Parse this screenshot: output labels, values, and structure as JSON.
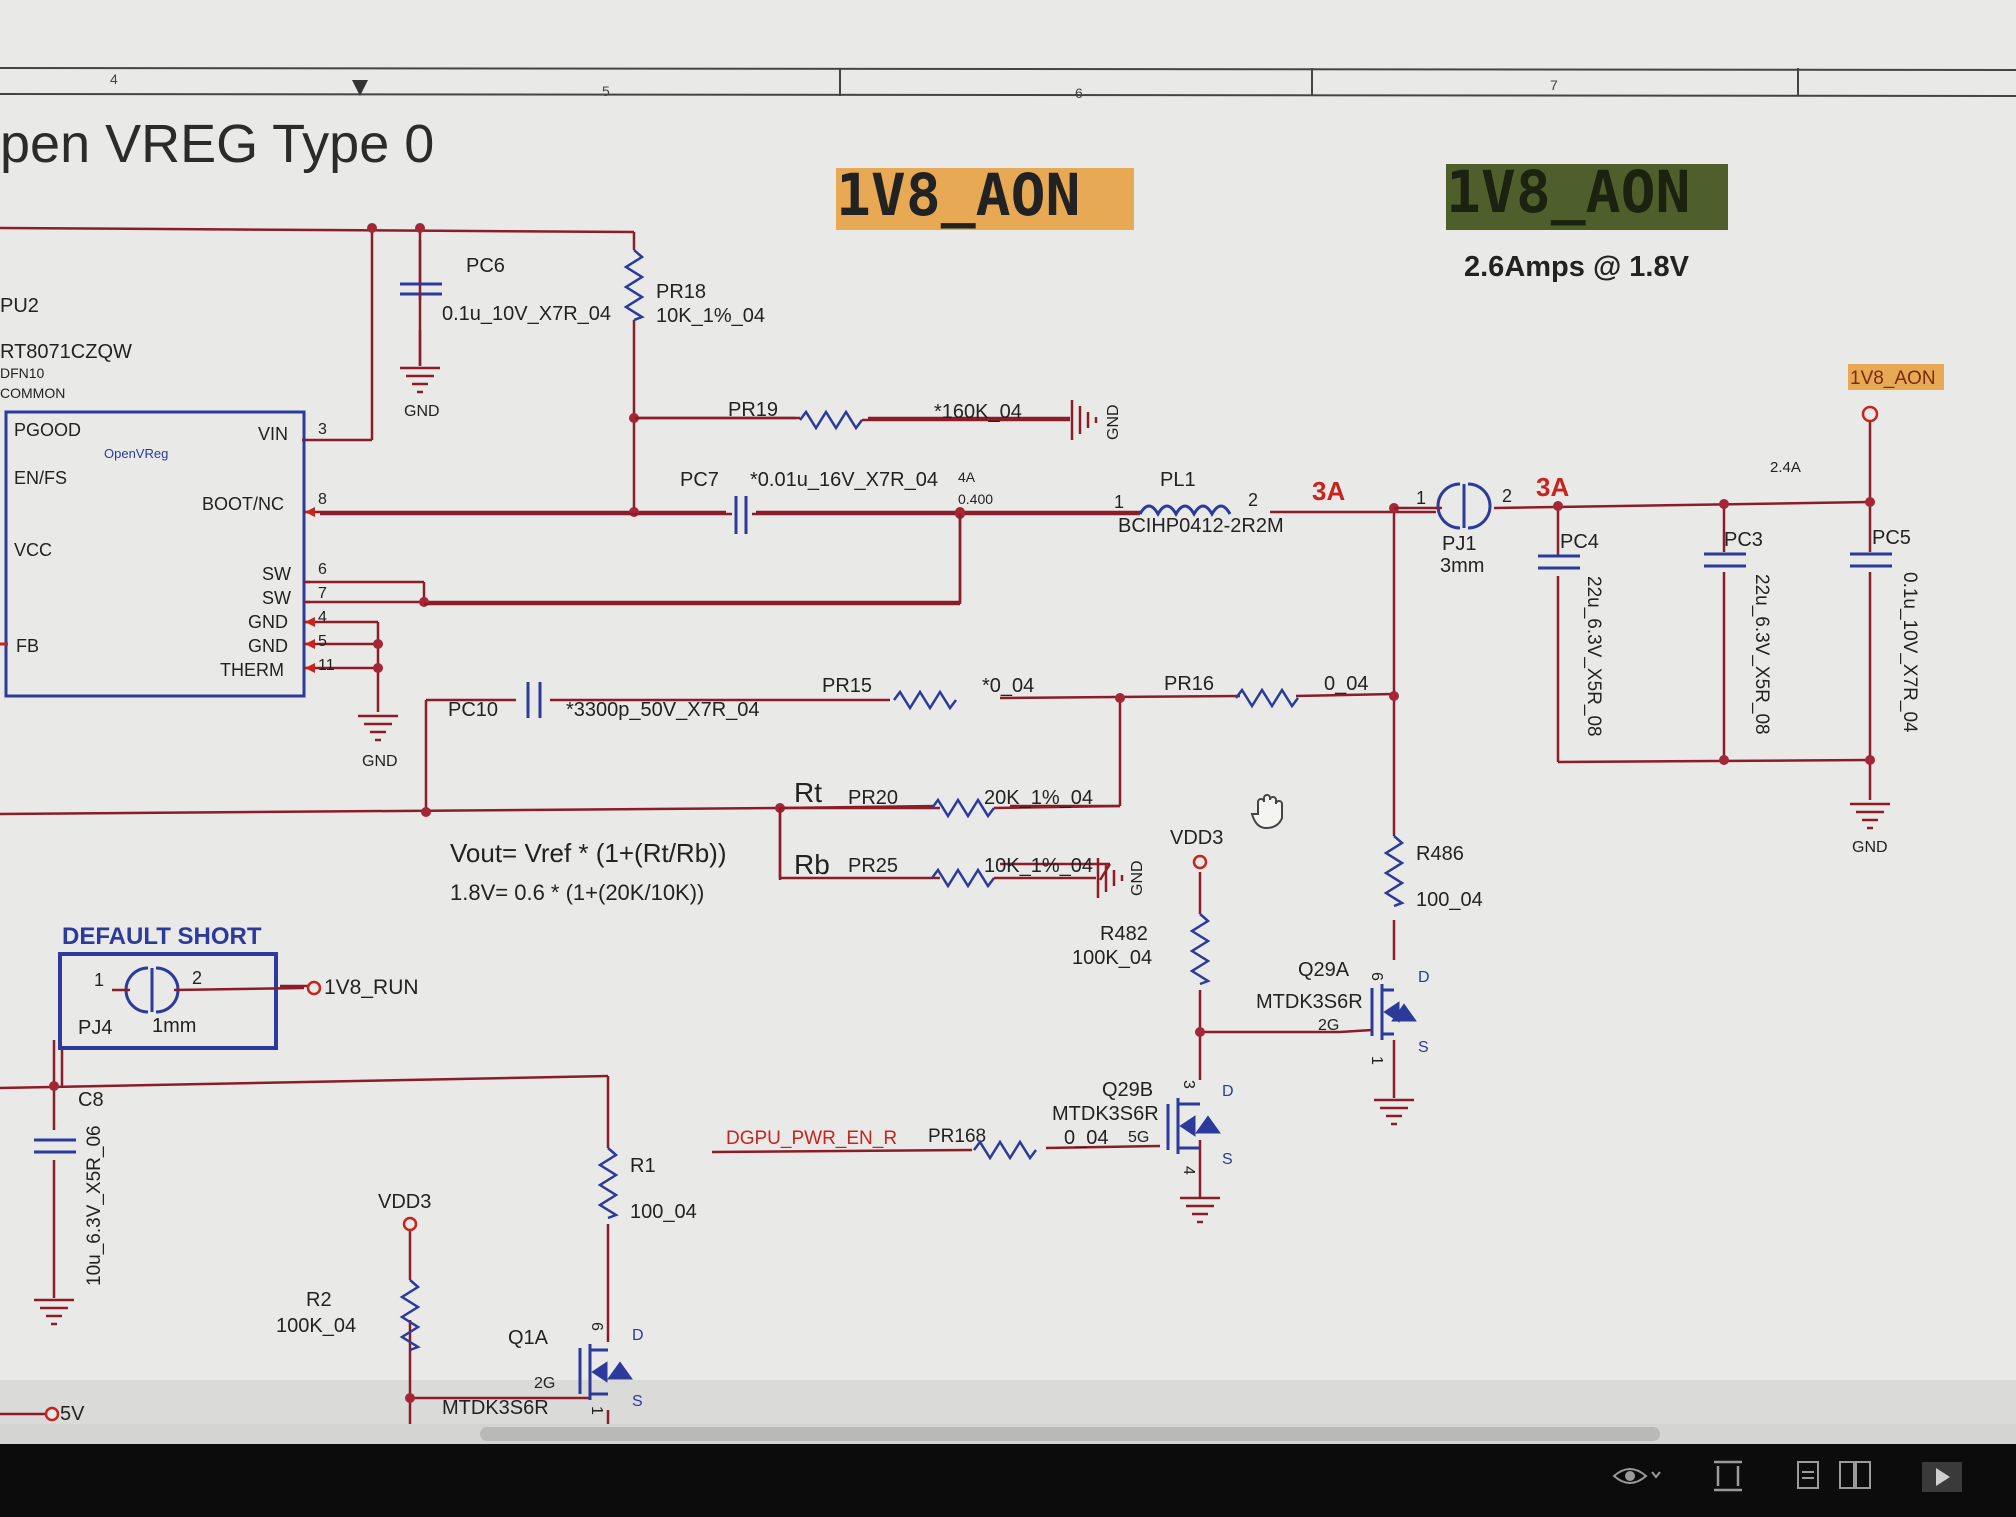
{
  "sheet": {
    "zones": [
      "4",
      "5",
      "6",
      "7"
    ],
    "title": "pen VREG Type 0",
    "net_callouts": [
      "1V8_AON",
      "1V8_AON"
    ],
    "spec": "2.6Amps @ 1.8V",
    "colors": {
      "paper": "#e9eae7",
      "wire": "#8a1d28",
      "body": "#2c3a9c",
      "callout_orange": "#e8a954",
      "callout_green": "#4f5f2c",
      "red_text": "#c8231e"
    }
  },
  "ic": {
    "ref": "PU2",
    "part": "RT8071CZQW",
    "pkg": "DFN10",
    "lib": "COMMON",
    "tag": "OpenVReg",
    "pins_left": [
      "PGOOD",
      "EN/FS",
      "VCC",
      "FB"
    ],
    "pins_right": [
      {
        "name": "VIN",
        "num": "3"
      },
      {
        "name": "BOOT/NC",
        "num": "8"
      },
      {
        "name": "SW",
        "num": "6"
      },
      {
        "name": "SW",
        "num": "7"
      },
      {
        "name": "GND",
        "num": "4"
      },
      {
        "name": "GND",
        "num": "5"
      },
      {
        "name": "THERM",
        "num": "11"
      }
    ]
  },
  "components": {
    "pc6": {
      "ref": "PC6",
      "val": "0.1u_10V_X7R_04"
    },
    "pr18": {
      "ref": "PR18",
      "val": "10K_1%_04"
    },
    "pr19": {
      "ref": "PR19",
      "val": "*160K_04"
    },
    "pc7": {
      "ref": "PC7",
      "val": "*0.01u_16V_X7R_04"
    },
    "pl1": {
      "ref": "PL1",
      "val": "BCIHP0412-2R2M",
      "p1": "1",
      "p2": "2",
      "note1": "4A",
      "note2": "0.400"
    },
    "pj1": {
      "ref": "PJ1",
      "val": "3mm",
      "p1": "1",
      "p2": "2"
    },
    "pc4": {
      "ref": "PC4",
      "val": "22u_6.3V_X5R_08"
    },
    "pc3": {
      "ref": "PC3",
      "val": "22u_6.3V_X5R_08"
    },
    "pc5": {
      "ref": "PC5",
      "val": "0.1u_10V_X7R_04"
    },
    "pc10": {
      "ref": "PC10",
      "val": "*3300p_50V_X7R_04"
    },
    "pr15": {
      "ref": "PR15",
      "val": "*0_04"
    },
    "pr16": {
      "ref": "PR16",
      "val": "0_04"
    },
    "pr20": {
      "ref": "PR20",
      "val": "20K_1%_04",
      "role": "Rt"
    },
    "pr25": {
      "ref": "PR25",
      "val": "10K_1%_04",
      "role": "Rb"
    },
    "r486": {
      "ref": "R486",
      "val": "100_04"
    },
    "r482": {
      "ref": "R482",
      "val": "100K_04"
    },
    "q29a": {
      "ref": "Q29A",
      "part": "MTDK3S6R",
      "pins": [
        "6",
        "2G",
        "1"
      ]
    },
    "q29b": {
      "ref": "Q29B",
      "part": "MTDK3S6R",
      "val": "0_04",
      "pins": [
        "3",
        "5G",
        "4"
      ]
    },
    "pr168": {
      "ref": "PR168"
    },
    "pj4": {
      "ref": "PJ4",
      "val": "1mm",
      "p1": "1",
      "p2": "2"
    },
    "c8": {
      "ref": "C8",
      "val": "10u_6.3V_X5R_06"
    },
    "r1": {
      "ref": "R1",
      "val": "100_04"
    },
    "r2": {
      "ref": "R2",
      "val": "100K_04"
    },
    "q1a": {
      "ref": "Q1A",
      "part": "MTDK3S6R",
      "pins": [
        "6",
        "2G",
        "1"
      ]
    }
  },
  "nets": {
    "gnd": "GND",
    "vdd3": "VDD3",
    "aon": "1V8_AON",
    "run": "1V8_RUN",
    "dgpu": "DGPU_PWR_EN_R",
    "v5": "5V"
  },
  "currents": {
    "a": "3A",
    "b": "3A",
    "c": "2.4A"
  },
  "mos_pins": {
    "d": "D",
    "s": "S"
  },
  "formula": {
    "line1": "Vout= Vref * (1+(Rt/Rb))",
    "line2": "1.8V= 0.6 * (1+(20K/10K))"
  },
  "default_short": "DEFAULT SHORT"
}
